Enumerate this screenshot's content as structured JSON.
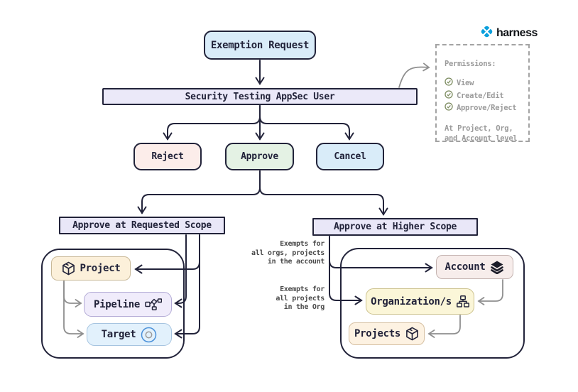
{
  "brand": {
    "name": "harness",
    "icon": "harness-logo-icon"
  },
  "flow": {
    "exemption_request": "Exemption Request",
    "appsec_user": "Security Testing AppSec User",
    "decisions": [
      {
        "label": "Reject"
      },
      {
        "label": "Approve"
      },
      {
        "label": "Cancel"
      }
    ]
  },
  "scopes": {
    "requested": {
      "title": "Approve at Requested Scope",
      "nodes": [
        {
          "label": "Project",
          "icon": "cube-icon",
          "icon_side": "left"
        },
        {
          "label": "Pipeline",
          "icon": "pipeline-icon",
          "icon_side": "right"
        },
        {
          "label": "Target",
          "icon": "target-icon",
          "icon_side": "right"
        }
      ]
    },
    "higher": {
      "title": "Approve at Higher Scope",
      "nodes": [
        {
          "label": "Account",
          "icon": "layers-icon",
          "icon_side": "right"
        },
        {
          "label": "Organization/s",
          "icon": "org-chart-icon",
          "icon_side": "right"
        },
        {
          "label": "Projects",
          "icon": "cube-icon",
          "icon_side": "right"
        }
      ]
    }
  },
  "annotations": {
    "account_note": {
      "line1": "Exempts for",
      "line2": "all orgs, projects",
      "line3": "in the account"
    },
    "org_note": {
      "line1": "Exempts for",
      "line2": "all projects",
      "line3": "in the Org"
    }
  },
  "permissions_panel": {
    "title": "Permissions:",
    "items": [
      {
        "icon": "check-circle-icon",
        "label": "View"
      },
      {
        "icon": "check-circle-icon",
        "label": "Create/Edit"
      },
      {
        "icon": "check-circle-icon",
        "label": "Approve/Reject"
      }
    ],
    "footer": {
      "line1": "At Project, Org,",
      "line2": "and Account level"
    }
  },
  "colors": {
    "ink": "#22233a",
    "line_gray": "#8f8f8f",
    "node_blue": "#d9ecf9",
    "node_lavender": "#ebe9f9",
    "node_red": "#fcedea",
    "node_green": "#e4f2e4",
    "node_scope": "#e9e7f8",
    "node_cream": "#fcf0da",
    "node_pipeline": "#f0ecfb",
    "node_target": "#e2f1fc",
    "node_rose": "#f7edeb",
    "node_yellow": "#fbf6d8",
    "node_peach": "#fdf2e2",
    "border_cream": "#c9b998",
    "border_pipeline": "#b3abd6",
    "border_target": "#a6c4e0",
    "border_rose": "#c4b3b0",
    "border_yellow": "#ccc28e",
    "border_peach": "#d6c0a2",
    "panel_border": "#a3a3a3",
    "muted": "#9b9b9b",
    "note": "#4a4a4a",
    "check_green": "#7c8b5f",
    "target_ring": "#4a90d9",
    "brand_blue": "#0a9fdc"
  }
}
